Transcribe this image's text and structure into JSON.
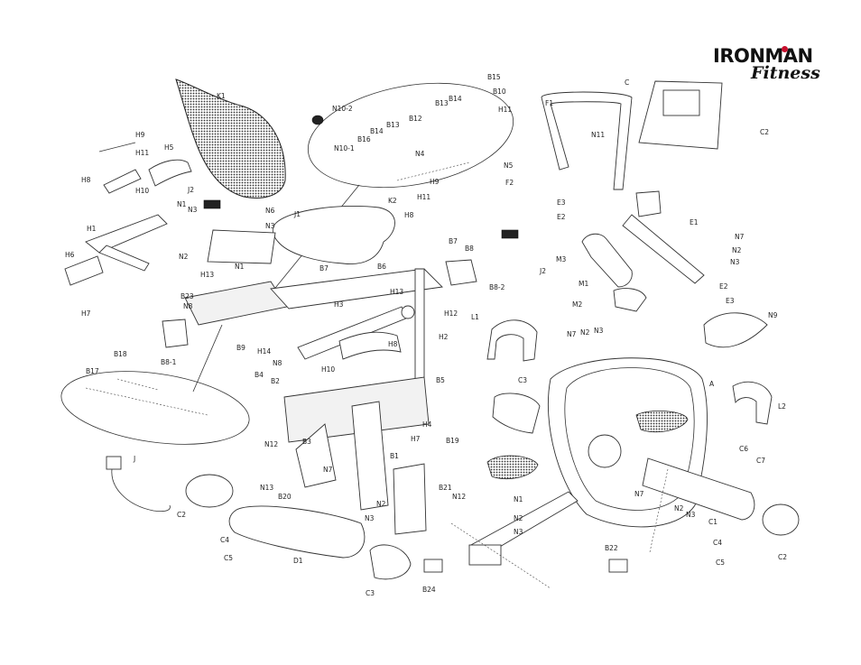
{
  "logo": {
    "brand": "IRONMAN",
    "sub": "Fitness"
  },
  "colors": {
    "line": "#333333",
    "logo_dot": "#c8102e",
    "background": "#ffffff"
  },
  "labels": {
    "K1": "K1",
    "N10_2": "N10-2",
    "B15": "B15",
    "B10": "B10",
    "B14": "B14",
    "B13": "B13",
    "H11": "H11",
    "B12": "B12",
    "B13b": "B13",
    "B14b": "B14",
    "B16": "B16",
    "N10_1": "N10-1",
    "N4": "N4",
    "H9": "H9",
    "H11b": "H11",
    "H5": "H5",
    "H8": "H8",
    "H10": "H10",
    "J2": "J2",
    "N1": "N1",
    "N3": "N3",
    "N2": "N2",
    "H1": "H1",
    "H6": "H6",
    "H7": "H7",
    "B23": "B23",
    "N8": "N8",
    "H13": "H13",
    "N6": "N6",
    "N3b": "N3",
    "N1b": "N1",
    "J1": "J1",
    "K2": "K2",
    "H9b": "H9",
    "H11c": "H11",
    "H8b": "H8",
    "B7": "B7",
    "B8": "B8",
    "B8_2": "B8-2",
    "B6": "B6",
    "H3": "H3",
    "H13b": "H13",
    "H12": "H12",
    "H2": "H2",
    "H8c": "H8",
    "B7b": "B7",
    "B8_1": "B8-1",
    "B9": "B9",
    "H14": "H14",
    "N8b": "N8",
    "H10b": "H10",
    "B18": "B18",
    "B17": "B17",
    "B4": "B4",
    "B2": "B2",
    "B5": "B5",
    "H4": "H4",
    "H7b": "H7",
    "N12": "N12",
    "B3": "B3",
    "N13": "N13",
    "B20": "B20",
    "N7": "N7",
    "B1": "B1",
    "B19": "B19",
    "B21": "B21",
    "N12b": "N12",
    "N2b": "N2",
    "N3c": "N3",
    "J": "J",
    "C2": "C2",
    "C4": "C4",
    "C5": "C5",
    "D1": "D1",
    "C3": "C3",
    "B24": "B24",
    "C": "C",
    "C2b": "C2",
    "F1": "F1",
    "N11": "N11",
    "N5": "N5",
    "F2": "F2",
    "E3": "E3",
    "E2": "E2",
    "E1": "E1",
    "J2b": "J2",
    "M3": "M3",
    "N7b": "N7",
    "N2c": "N2",
    "N3d": "N3",
    "M1": "M1",
    "M2": "M2",
    "E2b": "E2",
    "E3b": "E3",
    "N9": "N9",
    "L1": "L1",
    "N7c": "N7",
    "N2d": "N2",
    "N3e": "N3",
    "C3b": "C3",
    "A": "A",
    "L2": "L2",
    "C6": "C6",
    "C7": "C7",
    "N7d": "N7",
    "N2e": "N2",
    "N3f": "N3",
    "C1": "C1",
    "N1c": "N1",
    "N2f": "N2",
    "N3g": "N3",
    "B22": "B22",
    "C4b": "C4",
    "C5b": "C5",
    "C2c": "C2"
  }
}
